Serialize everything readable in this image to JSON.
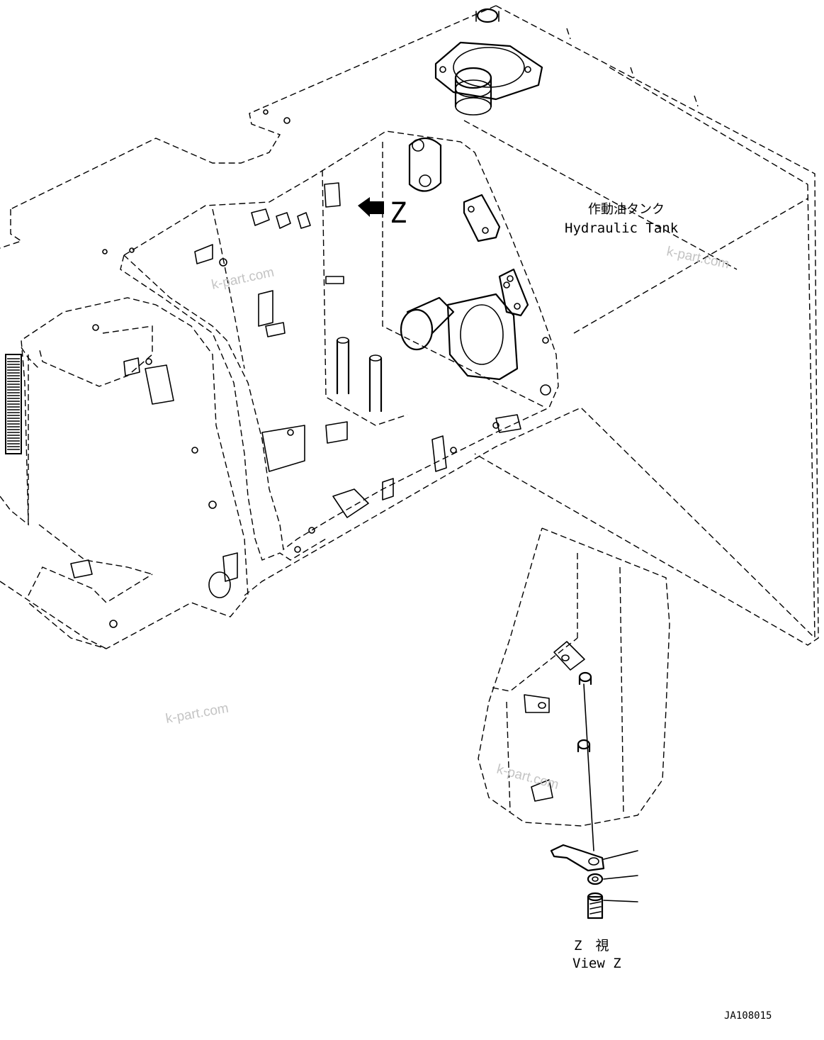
{
  "labels": {
    "tank_jp": "作動油タンク",
    "tank_en": "Hydraulic Tank",
    "view_arrow": "Z",
    "view_jp": "Z　視",
    "view_en": "View Z",
    "drawing_number": "JA108015"
  },
  "watermarks": [
    "k-part.com",
    "k-part.com",
    "k-part.com",
    "k-part.com"
  ],
  "icons": {
    "view_direction": "arrow-left-icon"
  }
}
